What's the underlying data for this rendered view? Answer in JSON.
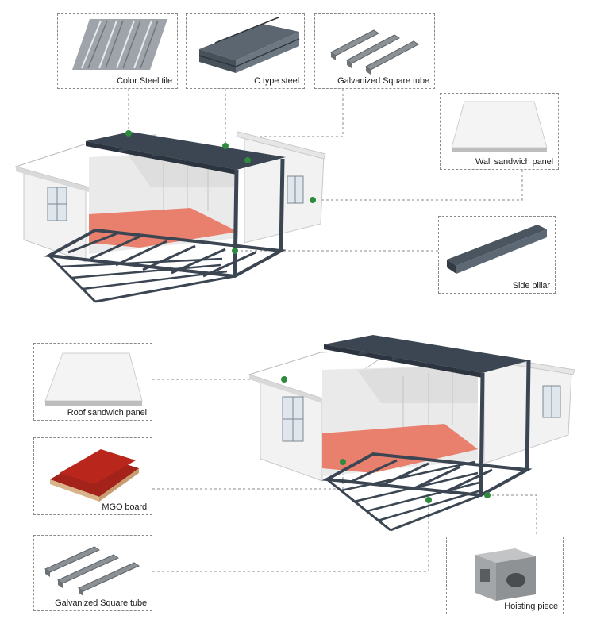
{
  "callouts": {
    "color_steel_tile": "Color Steel tile",
    "c_type_steel": "C type steel",
    "galvanized_square_tube_top": "Galvanized Square tube",
    "wall_sandwich_panel": "Wall sandwich panel",
    "side_pillar": "Side pillar",
    "roof_sandwich_panel": "Roof sandwich panel",
    "mgo_board": "MGO board",
    "galvanized_square_tube_bottom": "Galvanized Square tube",
    "hoisting_piece": "Hoisting piece"
  },
  "colors": {
    "frame": "#3b4652",
    "wall": "#f2f2f2",
    "floor": "#e9735f",
    "leader": "#8a8a8a",
    "dot": "#2e8b3e",
    "mgo": "#b8261c"
  }
}
